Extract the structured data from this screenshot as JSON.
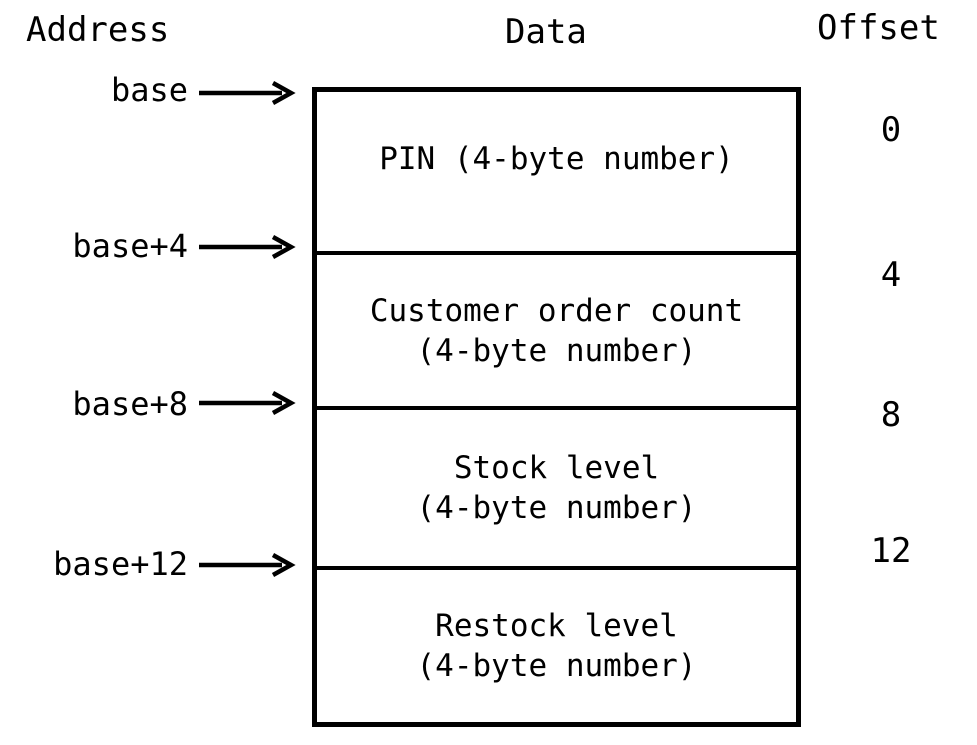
{
  "headers": {
    "address": "Address",
    "data": "Data",
    "offset": "Offset"
  },
  "rows": [
    {
      "address": "base",
      "offset": "0",
      "label_lines": [
        "PIN (4-byte number)"
      ]
    },
    {
      "address": "base+4",
      "offset": "4",
      "label_lines": [
        "Customer order count",
        "(4-byte number)"
      ]
    },
    {
      "address": "base+8",
      "offset": "8",
      "label_lines": [
        "Stock level",
        "(4-byte number)"
      ]
    },
    {
      "address": "base+12",
      "offset": "12",
      "label_lines": [
        "Restock level",
        "(4-byte number)"
      ]
    }
  ],
  "colors": {
    "ink": "#000000",
    "background": "#ffffff"
  }
}
